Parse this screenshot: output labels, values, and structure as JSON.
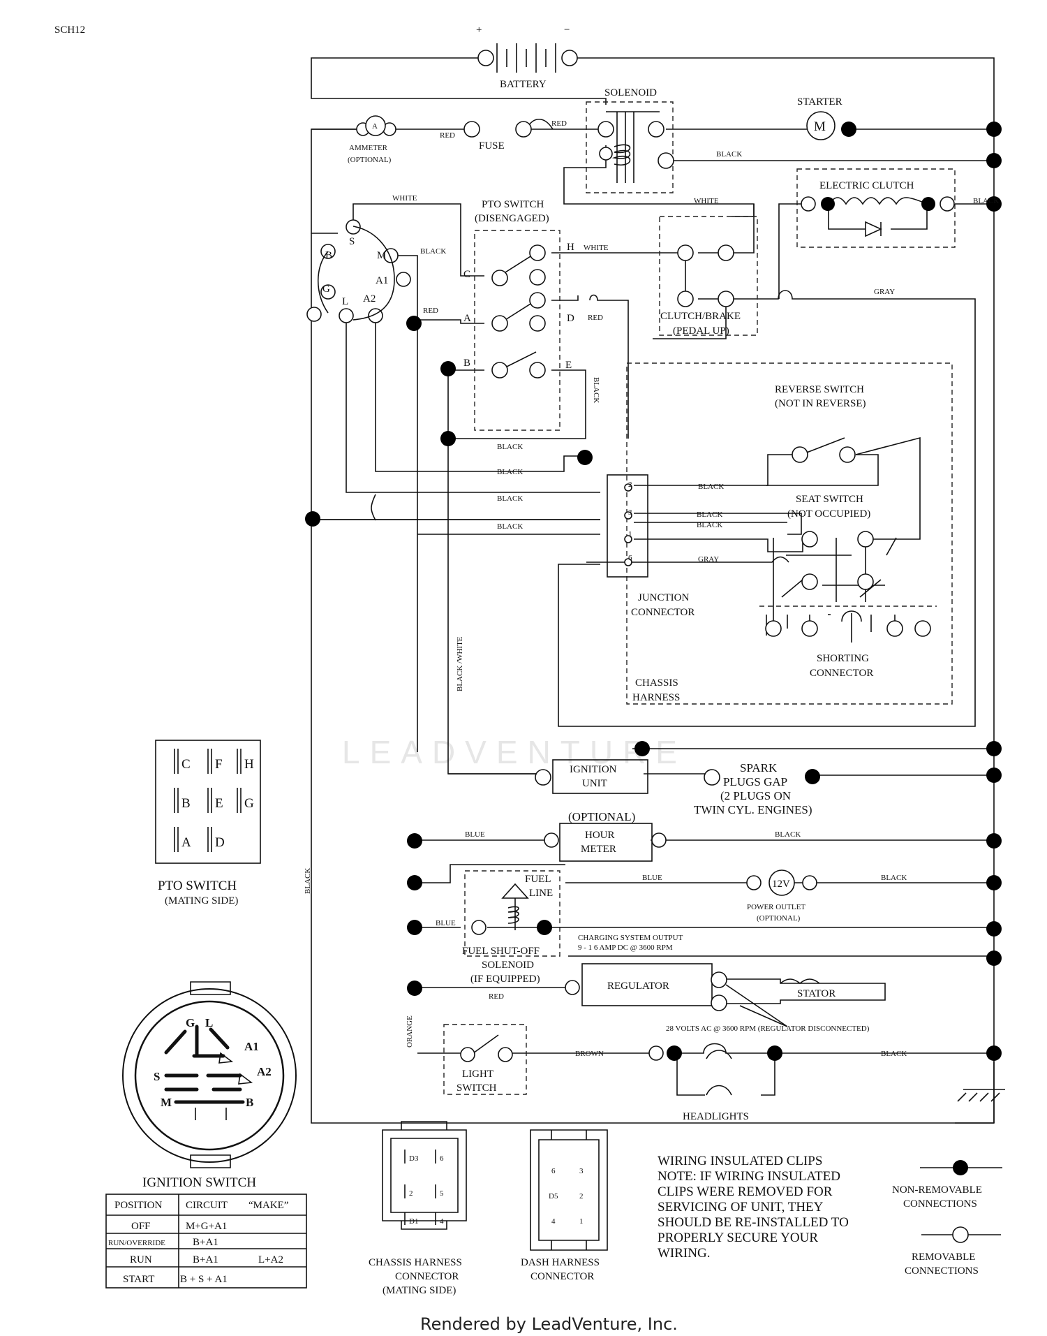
{
  "page": {
    "code": "SCH12",
    "footer": "Rendered by LeadVenture, Inc.",
    "watermark": "LEADVENTURE"
  },
  "battery": {
    "label": "BATTERY",
    "plus": "+",
    "minus": "−"
  },
  "solenoid": {
    "label": "SOLENOID"
  },
  "starter": {
    "label": "STARTER",
    "symbol": "M"
  },
  "ammeter": {
    "symbol": "A",
    "label": "AMMETER",
    "note": "(OPTIONAL)"
  },
  "fuse": {
    "label": "FUSE"
  },
  "pto_switch": {
    "label": "PTO SWITCH",
    "state": "(DISENGAGED)",
    "pins": {
      "C": "C",
      "A": "A",
      "B": "B",
      "H": "H",
      "D": "D",
      "E": "E"
    }
  },
  "ignition_pins": {
    "B": "B",
    "S": "S",
    "M": "M",
    "G": "G",
    "A1": "A1",
    "L": "L",
    "A2": "A2"
  },
  "electric_clutch": {
    "label": "ELECTRIC CLUTCH"
  },
  "clutch_brake": {
    "label": "CLUTCH/BRAKE",
    "state": "(PEDAL UP)"
  },
  "reverse_switch": {
    "label": "REVERSE SWITCH",
    "state": "(NOT IN REVERSE)"
  },
  "seat_switch": {
    "label": "SEAT SWITCH",
    "state": "(NOT OCCUPIED)"
  },
  "junction": {
    "label1": "JUNCTION",
    "label2": "CONNECTOR",
    "pins": [
      "2",
      "3",
      "1",
      "6"
    ]
  },
  "shorting": {
    "label1": "SHORTING",
    "label2": "CONNECTOR"
  },
  "chassis_harness": {
    "label1": "CHASSIS",
    "label2": "HARNESS"
  },
  "ignition_unit": {
    "label1": "IGNITION",
    "label2": "UNIT"
  },
  "spark": {
    "l1": "SPARK",
    "l2": "PLUGS GAP",
    "l3": "(2 PLUGS ON",
    "l4": "TWIN CYL. ENGINES)"
  },
  "hour_meter": {
    "note": "(OPTIONAL)",
    "l1": "HOUR",
    "l2": "METER"
  },
  "fuel_line": {
    "l1": "FUEL",
    "l2": "LINE"
  },
  "power_outlet": {
    "symbol": "12V",
    "l1": "POWER OUTLET",
    "l2": "(OPTIONAL)"
  },
  "fuel_solenoid": {
    "l1": "FUEL SHUT-OFF",
    "l2": "SOLENOID",
    "l3": "(IF EQUIPPED)"
  },
  "charging": {
    "l1": "CHARGING SYSTEM OUTPUT",
    "l2": "9 - 1 6 AMP DC @ 3600 RPM"
  },
  "regulator": {
    "label": "REGULATOR"
  },
  "stator": {
    "label": "STATOR",
    "note": "28 VOLTS AC @ 3600 RPM (REGULATOR DISCONNECTED)"
  },
  "light_switch": {
    "l1": "LIGHT",
    "l2": "SWITCH"
  },
  "headlights": {
    "label": "HEADLIGHTS"
  },
  "wires": {
    "red": "RED",
    "black": "BLACK",
    "white": "WHITE",
    "gray": "GRAY",
    "blue": "BLUE",
    "orange": "ORANGE",
    "brown": "BROWN",
    "black_white": "BLACK /WHITE"
  },
  "pto_mating": {
    "label": "PTO SWITCH",
    "note": "(MATING SIDE)",
    "cells": [
      "C",
      "F",
      "H",
      "B",
      "E",
      "G",
      "A",
      "D"
    ]
  },
  "ignition_switch": {
    "label": "IGNITION SWITCH",
    "face": {
      "G": "G",
      "L": "L",
      "A1": "A1",
      "S": "S",
      "A2": "A2",
      "M": "M",
      "B": "B"
    },
    "table": {
      "headers": [
        "POSITION",
        "CIRCUIT",
        "“MAKE”"
      ],
      "rows": [
        [
          "OFF",
          "M+G+A1",
          ""
        ],
        [
          "RUN/OVERRIDE",
          "B+A1",
          ""
        ],
        [
          "RUN",
          "B+A1",
          "L+A2"
        ],
        [
          "START",
          "B + S + A1",
          ""
        ]
      ]
    }
  },
  "chassis_connector": {
    "l1": "CHASSIS HARNESS",
    "l2": "CONNECTOR",
    "l3": "(MATING SIDE)",
    "pins": [
      "D3",
      "6",
      "2",
      "5",
      "D1",
      "4"
    ]
  },
  "dash_connector": {
    "l1": "DASH HARNESS",
    "l2": "CONNECTOR",
    "pins": [
      "6",
      "3",
      "D5",
      "2",
      "4",
      "1"
    ]
  },
  "note": {
    "title": "WIRING INSULATED CLIPS",
    "lines": [
      "NOTE:  IF WIRING INSULATED",
      "CLIPS WERE REMOVED FOR",
      "SERVICING OF UNIT, THEY",
      "SHOULD BE RE-INSTALLED TO",
      "PROPERLY SECURE YOUR",
      "WIRING."
    ]
  },
  "legend": {
    "nonremovable_1": "NON-REMOVABLE",
    "nonremovable_2": "CONNECTIONS",
    "removable_1": "REMOVABLE",
    "removable_2": "CONNECTIONS"
  }
}
